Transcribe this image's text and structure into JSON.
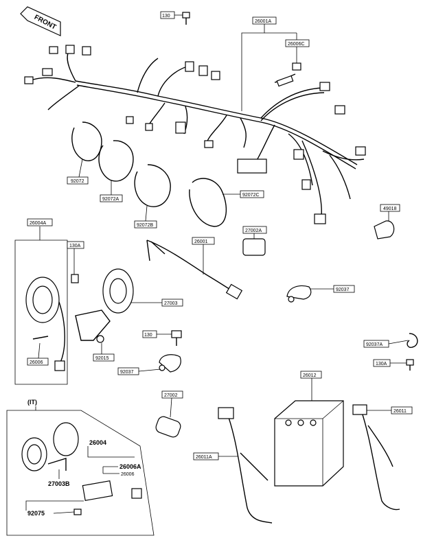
{
  "front_arrow": {
    "text": "FRONT"
  },
  "labels": {
    "p130_top": "130",
    "p26001A": "26001A",
    "p26006C": "26006C",
    "p92072": "92072",
    "p92072A": "92072A",
    "p92072B": "92072B",
    "p92072C": "92072C",
    "p49018": "49018",
    "p26004A": "26004A",
    "p130A_left": "130A",
    "p27002A": "27002A",
    "p26001": "26001",
    "p27003": "27003",
    "p92037_right": "92037",
    "p130_mid": "130",
    "p92015": "92015",
    "p26006": "26006",
    "p92037_mid": "92037",
    "p92037A": "92037A",
    "p130A_right": "130A",
    "p26012": "26012",
    "p27002": "27002",
    "p26011": "26011",
    "p26011A": "26011A"
  },
  "inset": {
    "title": "(IT)",
    "p26004": "26004",
    "p26006A": "26006A",
    "p26006": "26006",
    "p27003B": "27003B",
    "p92075": "92075"
  }
}
